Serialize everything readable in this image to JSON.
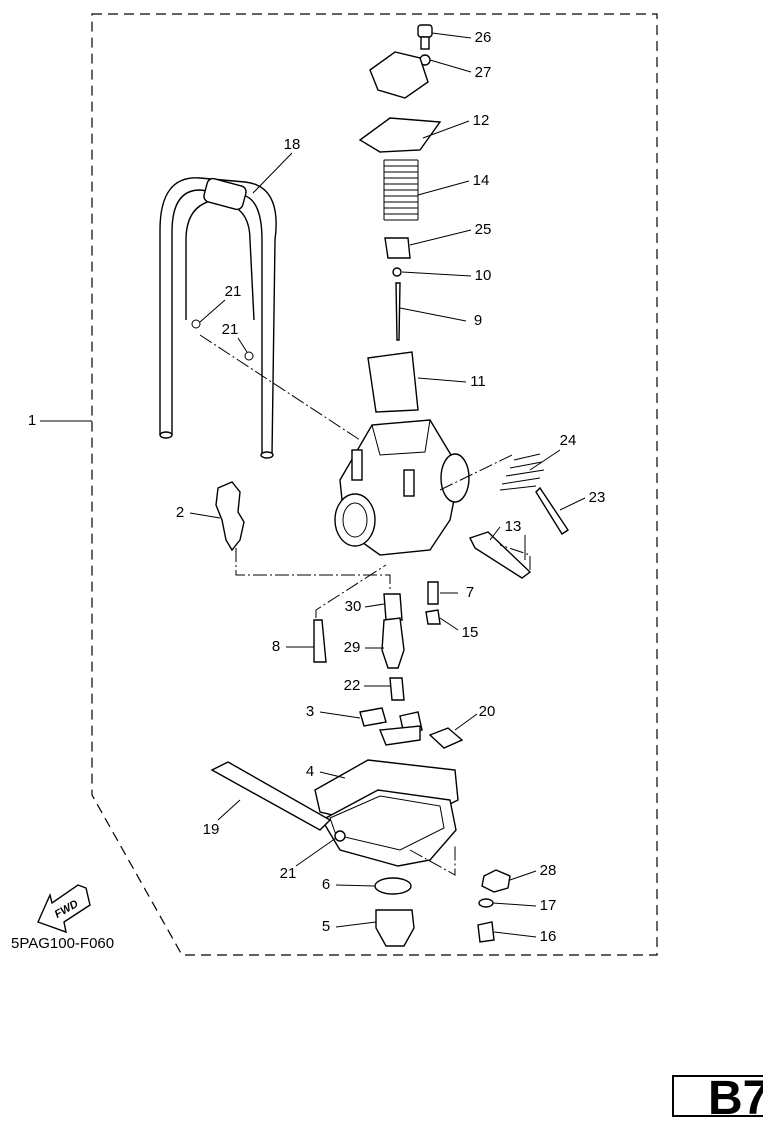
{
  "diagram": {
    "drawing_code": "5PAG100-F060",
    "page_ref": "B7",
    "fwd_arrow_text": "FWD",
    "callouts": [
      "26",
      "27",
      "12",
      "18",
      "14",
      "25",
      "10",
      "21",
      "9",
      "21",
      "11",
      "1",
      "24",
      "23",
      "2",
      "13",
      "7",
      "30",
      "15",
      "8",
      "29",
      "22",
      "3",
      "20",
      "4",
      "19",
      "21",
      "28",
      "6",
      "17",
      "5",
      "16"
    ]
  }
}
